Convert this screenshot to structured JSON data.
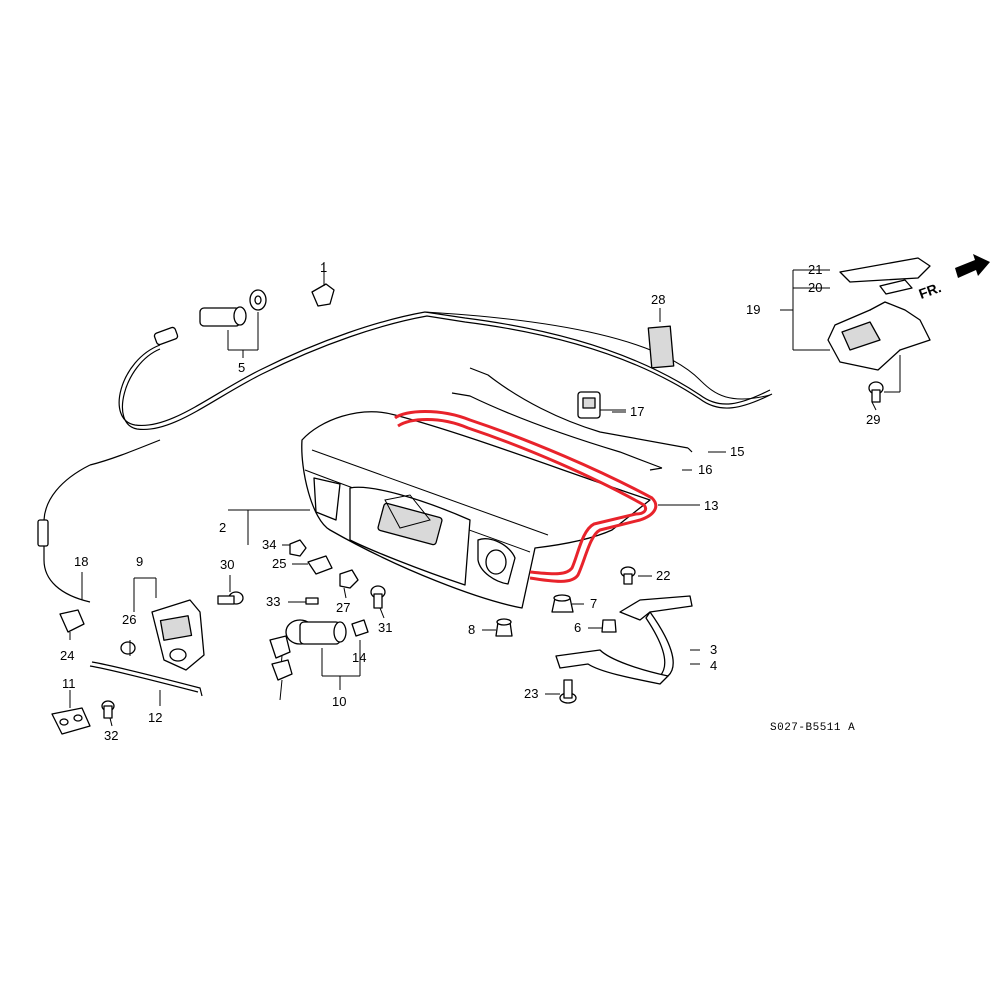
{
  "diagram": {
    "code": "S027-B5511 A",
    "direction": "FR.",
    "highlight_color": "#e8232b",
    "callouts": [
      "1",
      "2",
      "3",
      "4",
      "5",
      "6",
      "7",
      "8",
      "9",
      "10",
      "11",
      "12",
      "13",
      "14",
      "15",
      "16",
      "17",
      "18",
      "19",
      "20",
      "21",
      "22",
      "23",
      "24",
      "25",
      "26",
      "27",
      "28",
      "29",
      "30",
      "31",
      "32",
      "33",
      "34"
    ]
  }
}
